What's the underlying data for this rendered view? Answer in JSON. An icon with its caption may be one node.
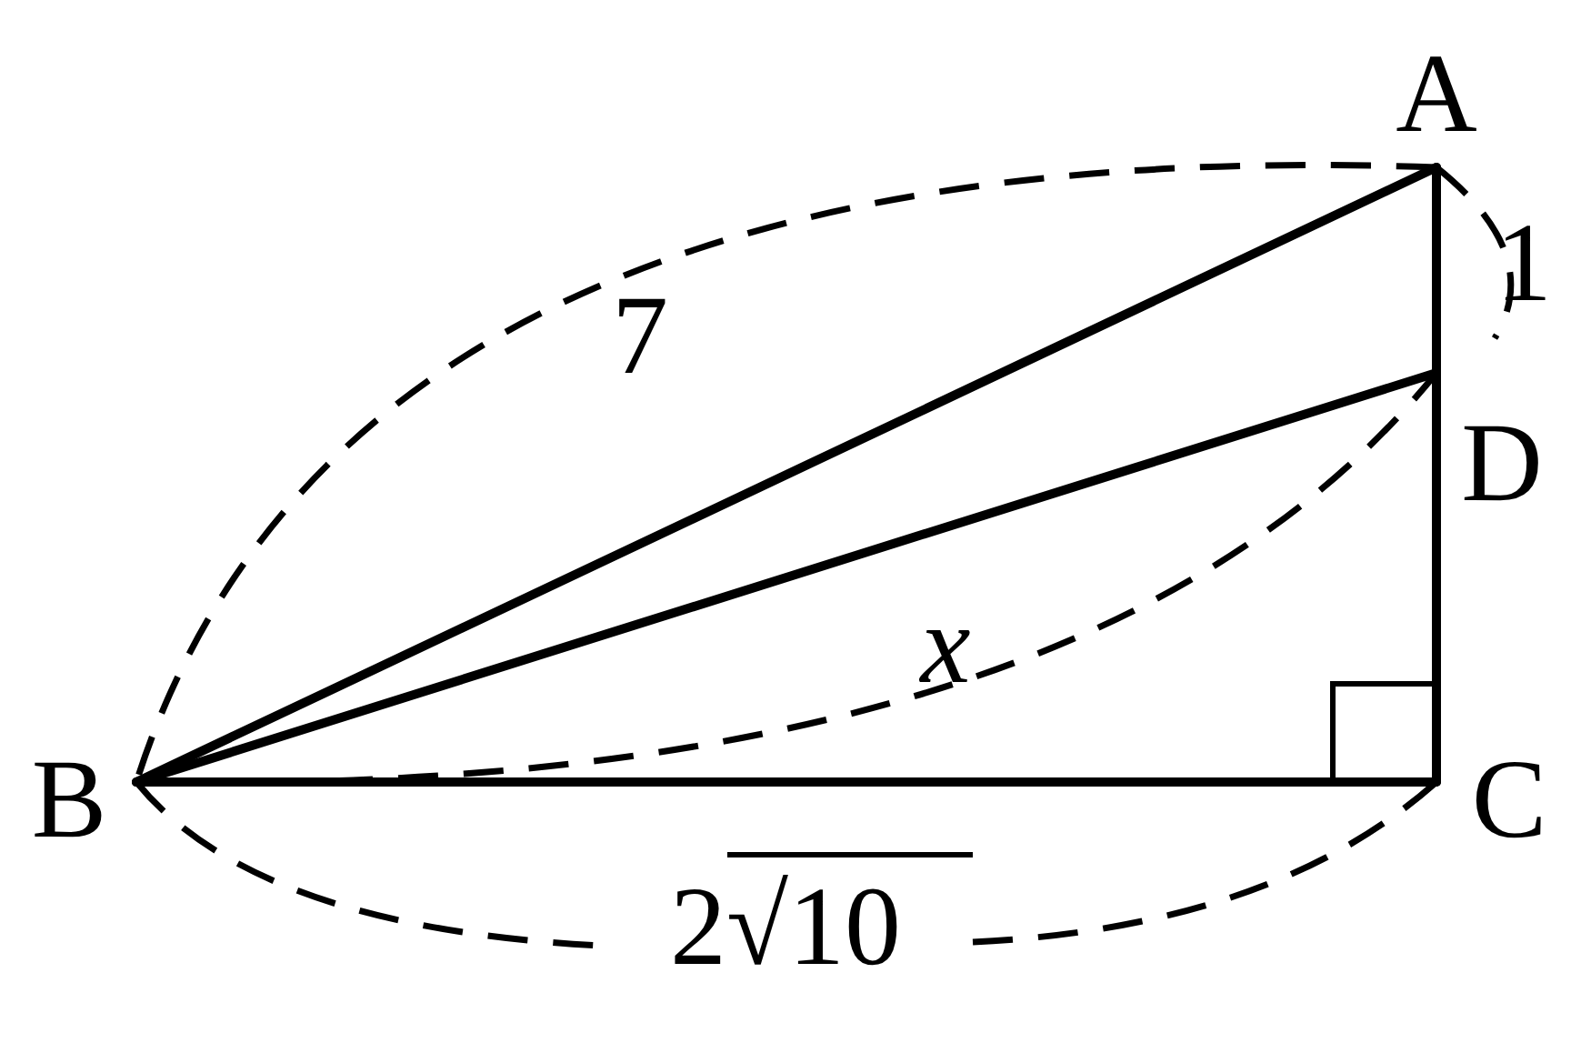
{
  "diagram": {
    "labels": [
      "A",
      "1",
      "7",
      "D",
      "x",
      "B",
      "C",
      "2√10"
    ]
  }
}
